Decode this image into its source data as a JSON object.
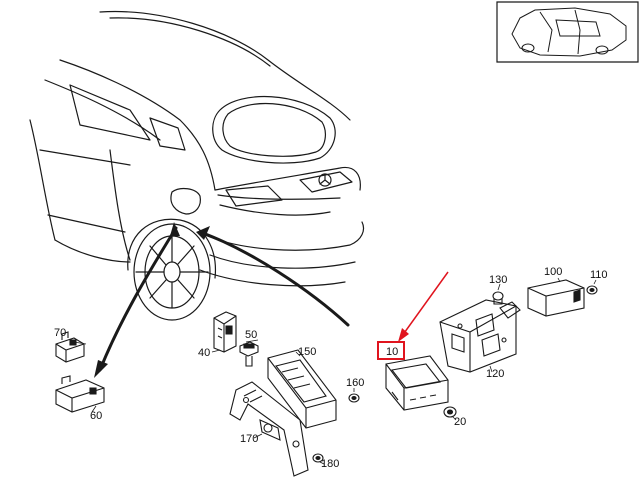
{
  "diagram": {
    "part_labels": {
      "p10": "10",
      "p20": "20",
      "p40": "40",
      "p50": "50",
      "p60": "60",
      "p70": "70",
      "p100": "100",
      "p110": "110",
      "p120": "120",
      "p130": "130",
      "p150": "150",
      "p160": "160",
      "p170": "170",
      "p180": "180"
    },
    "highlighted_part": "10",
    "colors": {
      "line": "#1a1a1a",
      "highlight": "#e0141e",
      "background": "#ffffff"
    }
  }
}
